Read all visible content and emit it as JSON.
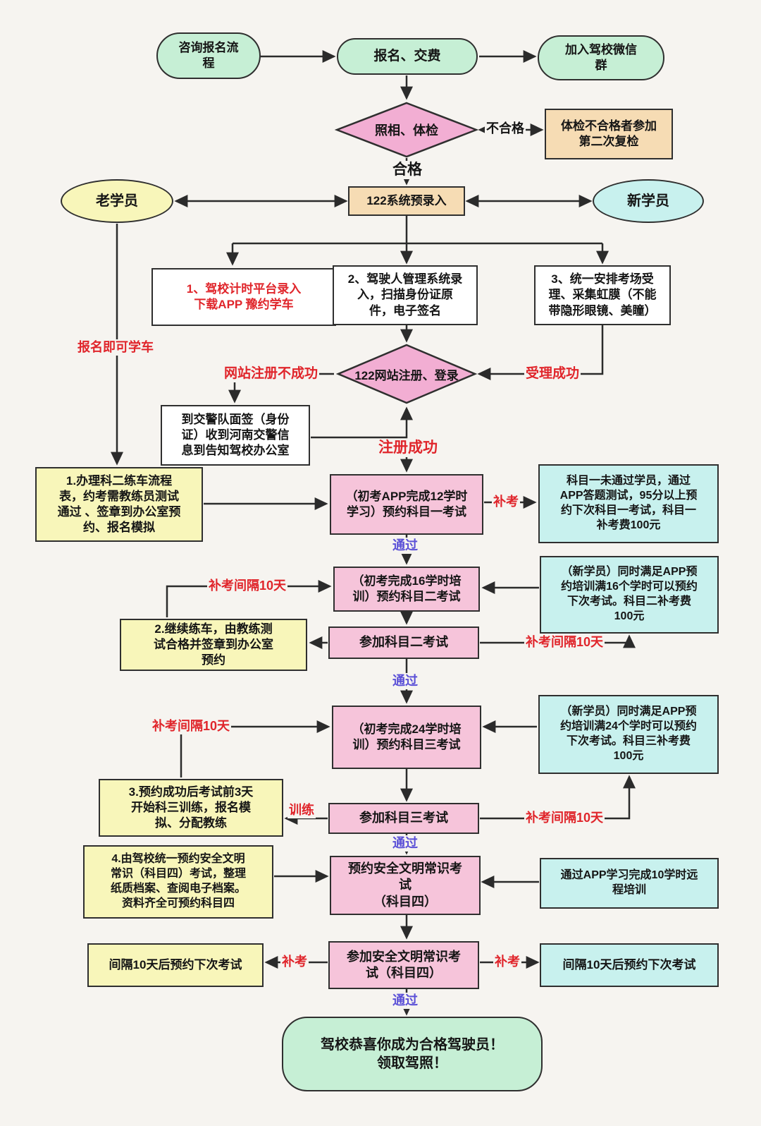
{
  "nodes": {
    "consult": "咨询报名流\n程",
    "signup": "报名、交费",
    "wechat": "加入驾校微信\n群",
    "physical": "照相、体检",
    "recheck": "体检不合格者参加\n第二次复检",
    "sys122": "122系统预录入",
    "old_student": "老学员",
    "new_student": "新学员",
    "box1": "1、驾校计时平台录入\n下载APP 豫约学车",
    "box2": "2、驾驶人管理系统录\n入，扫描身份证原\n件，电子签名",
    "box3": "3、统一安排考场受\n理、采集虹膜（不能\n带隐形眼镜、美瞳）",
    "login122": "122网站注册、登录",
    "police": "到交警队面签（身份\n证）收到河南交警信\n息到告知驾校办公室",
    "task1": "1.办理科二练车流程\n表，约考需教练员测试\n通过 、签章到办公室预\n约、报名模拟",
    "exam1_book": "（初考APP完成12学时\n学习）预约科目一考试",
    "exam1_fail": "科目一未通过学员，通过\nAPP答题测试，95分以上预\n约下次科目一考试，科目一\n补考费100元",
    "exam2_book": "（初考完成16学时培\n训）预约科目二考试",
    "new16": "（新学员）同时满足APP预\n约培训满16个学时可以预约\n下次考试。科目二补考费\n100元",
    "task2": "2.继续练车，由教练测\n试合格并签章到办公室\n预约",
    "exam2": "参加科目二考试",
    "exam3_book": "（初考完成24学时培\n训）预约科目三考试",
    "new24": "（新学员）同时满足APP预\n约培训满24个学时可以预约\n下次考试。科目三补考费\n100元",
    "task3": "3.预约成功后考试前3天\n开始科三训练，报名模\n拟、分配教练",
    "exam3": "参加科目三考试",
    "task4": "4.由驾校统一预约安全文明\n常识（科目四）考试，整理\n纸质档案、查阅电子档案。\n资料齐全可预约科目四",
    "exam4_book": "预约安全文明常识考\n试\n（科目四）",
    "remote10": "通过APP学习完成10学时远\n程培训",
    "wait10_left": "间隔10天后预约下次考试",
    "exam4": "参加安全文明常识考\n试（科目四）",
    "wait10_right": "间隔10天后预约下次考试",
    "final": "驾校恭喜你成为合格驾驶员！\n领取驾照！"
  },
  "labels": {
    "unqualified": "不合格",
    "qualified": "合格",
    "signup_learn": "报名即可学车",
    "web_reg_fail": "网站注册不成功",
    "accept_ok": "受理成功",
    "reg_ok": "注册成功",
    "retake": "补考",
    "pass": "通过",
    "retake_gap": "补考间隔10天",
    "training": "训练"
  },
  "colors": {
    "green": "#c6efd5",
    "pink_diamond": "#f2aed3",
    "pink_box": "#f6c4da",
    "tan": "#f6dcb4",
    "yellow": "#f8f6ba",
    "cyan": "#c8f1ee",
    "red_text": "#e0252b",
    "blue_text": "#5b50d7",
    "line": "#2b2b2b"
  }
}
